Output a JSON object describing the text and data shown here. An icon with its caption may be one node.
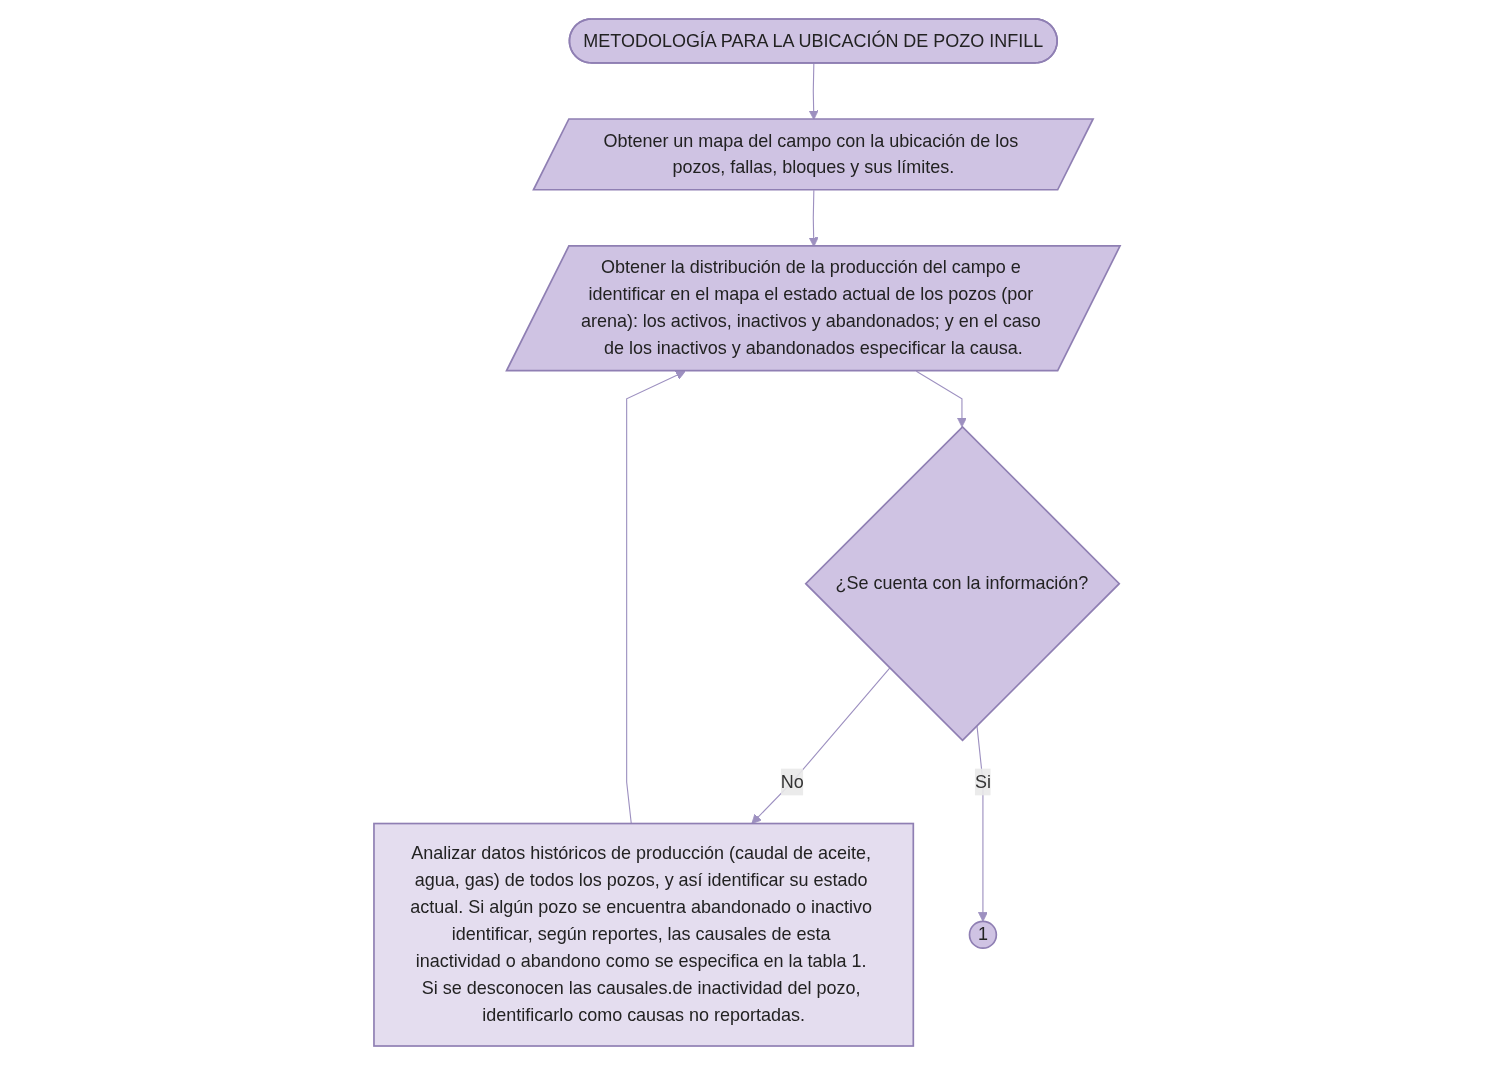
{
  "diagram": {
    "nodes": [
      {
        "text": [
          "METODOLOGÍA PARA LA UBICACIÓN DE POZO INFILL"
        ]
      },
      {
        "text": [
          "Obtener un mapa del campo con la ubicación de los pozos, fallas, bloques y sus límites."
        ]
      },
      {
        "text": [
          "Obtener la distribución de la producción del campo e identificar en el mapa el estado actual de los pozos (por arena): los activos, inactivos y abandonados; y en el caso de los inactivos y abandonados especificar la causa."
        ]
      },
      {
        "text": [
          "Analizar datos históricos de producción (caudal de aceite, agua, gas) de todos los pozos, y así identificar su estado actual. Si algún pozo se encuentra abandonado o inactivo identificar, según reportes, las causales de esta inactividad o abandono como se especifica en la tabla 1. Si se desconocen las causales.de inactividad del pozo, identificarlo como causas no reportadas."
        ]
      },
      {
        "text": [
          "¿Se cuenta con la información?"
        ]
      },
      {
        "text": [
          "1"
        ]
      }
    ],
    "edges": [
      {
        "from": 0,
        "to": 1,
        "arrow": "to"
      },
      {
        "from": 1,
        "to": 2,
        "arrow": "to"
      },
      {
        "from": 2,
        "to": 4,
        "arrow": "to"
      },
      {
        "from": 4,
        "to": 3,
        "arrow": "to",
        "label": "No"
      },
      {
        "from": 3,
        "to": 2,
        "arrow": "to"
      },
      {
        "from": 4,
        "to": 5,
        "arrow": "to",
        "label": "Si"
      }
    ]
  }
}
